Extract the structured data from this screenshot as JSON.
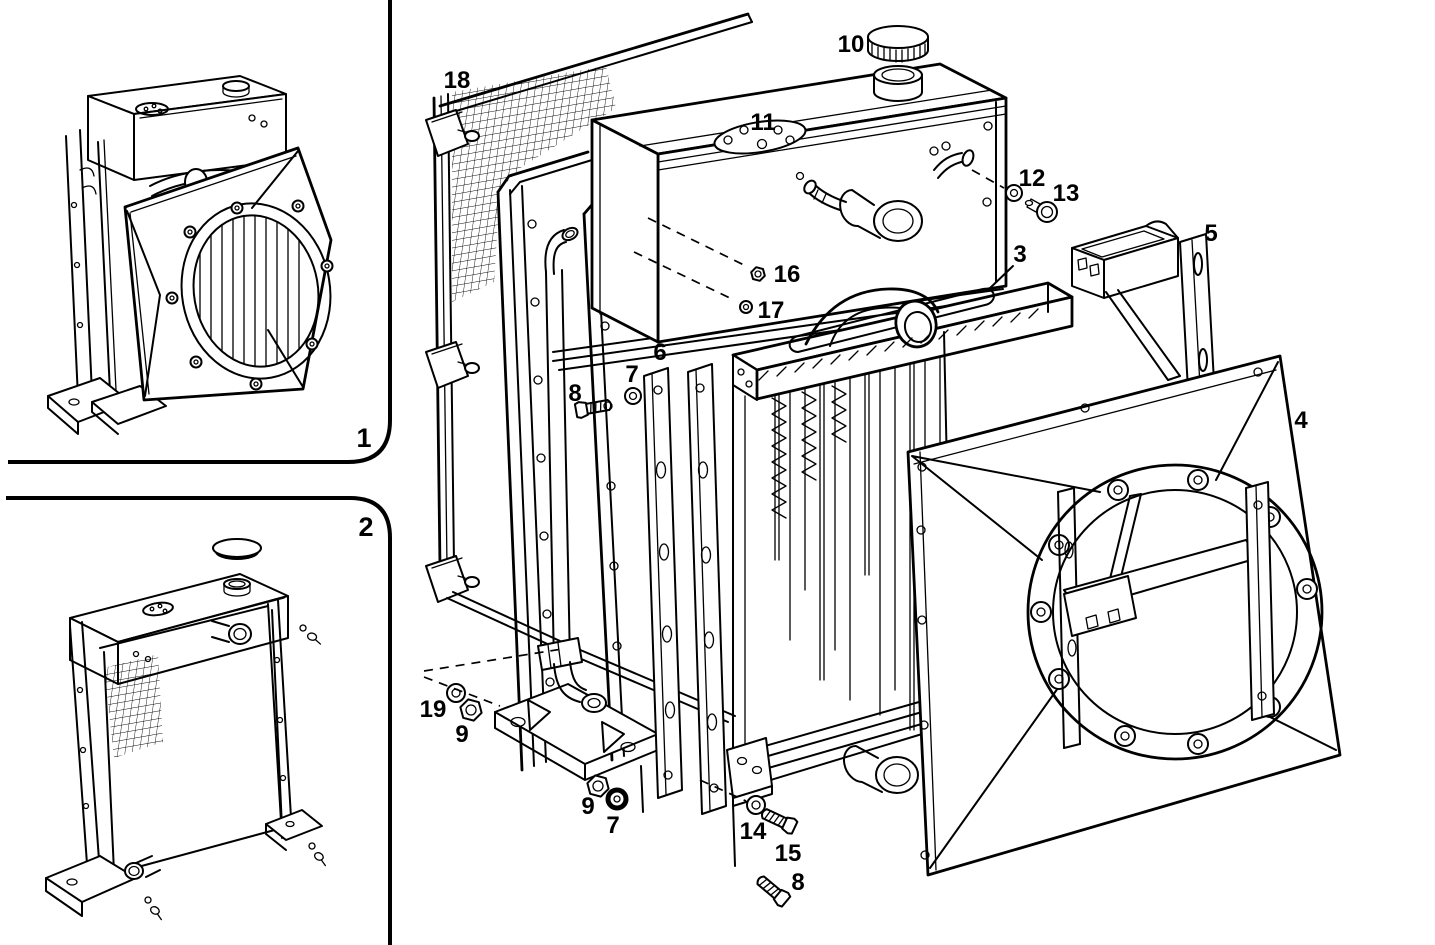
{
  "document": {
    "type": "exploded-parts-diagram",
    "subject": "Radiator and fan shroud assembly",
    "style": "black and white technical line art",
    "background_color": "#ffffff",
    "line_color": "#000000"
  },
  "insets": [
    {
      "figure_label": "1",
      "depicts": "complete radiator with fan shroud assembled"
    },
    {
      "figure_label": "2",
      "depicts": "radiator assembly without fan shroud"
    }
  ],
  "callouts": {
    "fig1": "1",
    "fig2": "2",
    "core": "3",
    "shroud": "4",
    "bracket": "5",
    "strip": "6",
    "washer7_top": "7",
    "washer7_bottom": "7",
    "bolt8_top": "8",
    "bolt8_bottom": "8",
    "nut9_left": "9",
    "nut9_bottom": "9",
    "cap": "10",
    "plate": "11",
    "washer12": "12",
    "plug13": "13",
    "washer14": "14",
    "bolt15": "15",
    "nut16": "16",
    "washer17": "17",
    "grille": "18",
    "washer19": "19"
  }
}
